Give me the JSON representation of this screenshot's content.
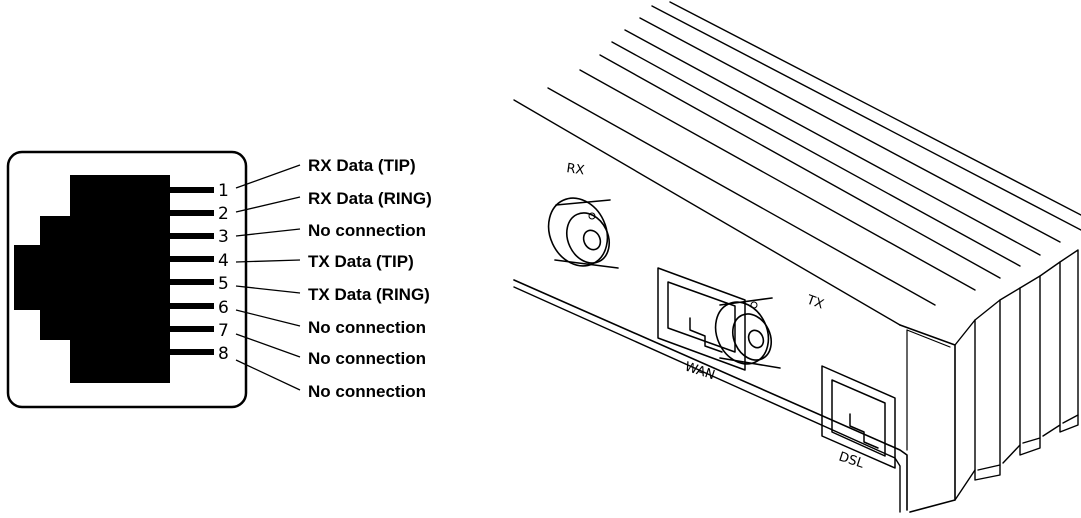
{
  "rj45_pinout": {
    "pins": [
      {
        "number": "1",
        "label": "RX Data (TIP)"
      },
      {
        "number": "2",
        "label": "RX Data (RING)"
      },
      {
        "number": "3",
        "label": "No connection"
      },
      {
        "number": "4",
        "label": "TX Data (TIP)"
      },
      {
        "number": "5",
        "label": "TX Data (RING)"
      },
      {
        "number": "6",
        "label": "No connection"
      },
      {
        "number": "7",
        "label": "No connection"
      },
      {
        "number": "8",
        "label": "No connection"
      }
    ]
  },
  "device": {
    "rx_label": "RX",
    "tx_label": "TX",
    "wan_label": "WAN",
    "dsl_label": "DSL"
  }
}
